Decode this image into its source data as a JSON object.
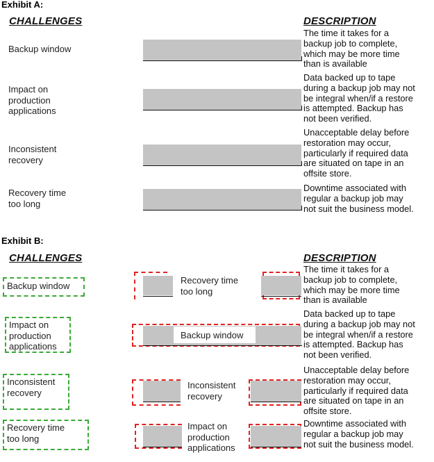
{
  "exhibit_a": {
    "title": "Exhibit A:",
    "challenges_header": "CHALLENGES",
    "description_header": "DESCRIPTION",
    "challenges": [
      [
        "Backup window"
      ],
      [
        "Impact on",
        "production",
        "applications"
      ],
      [
        "Inconsistent",
        "recovery"
      ],
      [
        "Recovery time",
        "too long"
      ]
    ],
    "descriptions": [
      [
        "The time it takes for a",
        "backup job to complete,",
        "which may be more time",
        "than is available"
      ],
      [
        "Data backed up to tape",
        "during a backup job may not",
        "be integral when/if a restore",
        "is attempted. Backup has",
        "not been verified."
      ],
      [
        "Unacceptable delay before",
        "restoration may occur,",
        "particularly if required data",
        "are situated on tape in an",
        "offsite store."
      ],
      [
        "Downtime associated with",
        "regular a backup job may",
        "not suit the business model."
      ]
    ]
  },
  "exhibit_b": {
    "title": "Exhibit B:",
    "challenges_header": "CHALLENGES",
    "description_header": "DESCRIPTION",
    "challenges": [
      [
        "Backup window"
      ],
      [
        "Impact on",
        "production",
        "applications"
      ],
      [
        "Inconsistent",
        "recovery"
      ],
      [
        "Recovery time",
        "too long"
      ]
    ],
    "placed": [
      [
        "Recovery time",
        "too long"
      ],
      [
        "Backup window"
      ],
      [
        "Inconsistent",
        "recovery"
      ],
      [
        "Impact on",
        "production",
        "applications"
      ]
    ],
    "descriptions": [
      [
        "The time it takes for a",
        "backup job to complete,",
        "which may be more time",
        "than is available"
      ],
      [
        "Data backed up to tape",
        "during a backup job may not",
        "be integral when/if a restore",
        "is attempted. Backup has",
        "not been verified."
      ],
      [
        "Unacceptable delay before",
        "restoration may occur,",
        "particularly if required data",
        "are situated on tape in an",
        "offsite store."
      ],
      [
        "Downtime associated with",
        "regular a backup job may",
        "not suit the business model."
      ]
    ]
  },
  "colors": {
    "green_dash": "#3aaa35",
    "red_dash": "#e32121",
    "drop_zone": "#c4c4c4"
  }
}
